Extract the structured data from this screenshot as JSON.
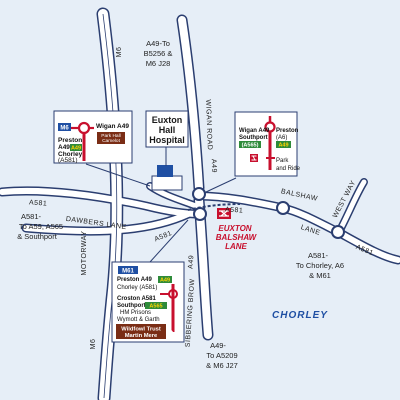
{
  "colors": {
    "background": "#e6eef7",
    "road_fill": "#ffffff",
    "road_edge": "#2b3e70",
    "sign_red": "#c8102e",
    "motorway_blue": "#1f4fa3",
    "primary_green": "#2e8b3a",
    "brown": "#7a2d15",
    "place_label": "#1f4fa3",
    "station_label": "#c8102e"
  },
  "roads": {
    "m6_top": "M6",
    "m6_bottom": "M6",
    "motorway": "MOTORWAY",
    "wigan_road": "WIGAN ROAD",
    "a49_upper": "A49",
    "a49_lower": "A49",
    "a581_left": "A581",
    "a581_mid": "A581",
    "a581_right": "A581",
    "a581_far": "A581",
    "balshaw_lane_top": "BALSHAW",
    "balshaw_lane_bottom": "LANE",
    "dawbers_lane": "DAWBERS LANE",
    "sibbering_brow": "SIBBERING BROW",
    "west_way": "WEST WAY"
  },
  "destinations": {
    "north": [
      "A49-To",
      "B5256 &",
      "M6 J28"
    ],
    "west": [
      "A581-",
      "To A59, A565",
      "& Southport"
    ],
    "east": [
      "A581-",
      "To Chorley, A6",
      "& M61"
    ],
    "south": [
      "A49-",
      "To A5209",
      "& M6 J27"
    ]
  },
  "places": {
    "hospital": [
      "Euxton",
      "Hall",
      "Hospital"
    ],
    "station": [
      "EUXTON",
      "BALSHAW",
      "LANE"
    ],
    "town": "CHORLEY"
  },
  "signs": {
    "left": {
      "m6": "M6",
      "preston": "Preston",
      "a49_route": "A49",
      "a49_badge": "A49",
      "chorley": "Chorley",
      "a581": "(A581)",
      "wigan": "Wigan A49",
      "park_hall": "Park Hall",
      "camelot": "Camelot"
    },
    "right": {
      "wigan": "Wigan A49",
      "southport": "Southport",
      "a565": "(A565)",
      "preston": "Preston",
      "a6": "(A6)",
      "a49_badge": "A49",
      "park_and_ride_1": "Park",
      "park_and_ride_2": "and Ride"
    },
    "bottom": {
      "m61": "M61",
      "preston_a49": "Preston A49",
      "a49_badge": "A49",
      "chorley_a581": "Chorley (A581)",
      "croston": "Croston A581",
      "southport": "Southport",
      "a565_badge": "A565",
      "hm_prisons": "HM Prisons",
      "wymott": "Wymott & Garth",
      "wildfowl": "Wildfowl Trust",
      "martin_mere": "Martin Mere"
    }
  }
}
